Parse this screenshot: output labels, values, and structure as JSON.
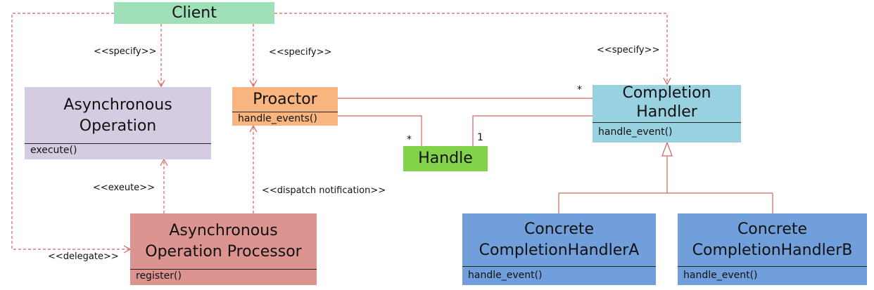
{
  "colors": {
    "client": "#9fe0b9",
    "async_op": "#d5cce2",
    "proactor": "#f9b57f",
    "handle": "#83d34a",
    "completion_handler": "#98d1e0",
    "processor": "#db9490",
    "concrete": "#709fdc",
    "connector": "#d0645a"
  },
  "client": {
    "name": "Client"
  },
  "async_op": {
    "name_line1": "Asynchronous",
    "name_line2": "Operation",
    "op": "execute()"
  },
  "proactor": {
    "name": "Proactor",
    "op": "handle_events()"
  },
  "handle": {
    "name": "Handle"
  },
  "completion_handler": {
    "name_line1": "Completion",
    "name_line2": "Handler",
    "op": "handle_event()"
  },
  "processor": {
    "name_line1": "Asynchronous",
    "name_line2": "Operation Processor",
    "op": "register()"
  },
  "concrete_a": {
    "name_line1": "Concrete",
    "name_line2": "CompletionHandlerA",
    "op": "handle_event()"
  },
  "concrete_b": {
    "name_line1": "Concrete",
    "name_line2": "CompletionHandlerB",
    "op": "handle_event()"
  },
  "labels": {
    "specify_1": "<<specify>>",
    "specify_2": "<<specify>>",
    "specify_3": "<<specify>>",
    "exeute": "<<exeute>>",
    "dispatch": "<<dispatch notification>>",
    "delegate": "<<delegate>>"
  },
  "multiplicity": {
    "proactor_handle": "*",
    "handler_handle": "1",
    "proactor_handler": "*"
  }
}
